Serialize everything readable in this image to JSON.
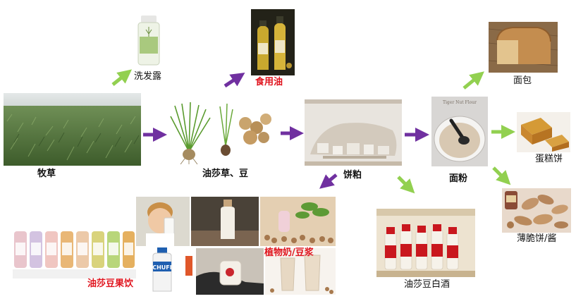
{
  "labels": {
    "forage": "牧草",
    "cyperus": "油莎草、豆",
    "meal": "饼粕",
    "flour": "面粉",
    "shampoo": "洗发露",
    "cooking_oil": "食用油",
    "bread": "面包",
    "cake": "蛋糕饼",
    "crisp": "薄脆饼/酱",
    "liquor": "油莎豆白酒",
    "plant_milk": "植物奶/豆浆",
    "juice_drink": "油莎豆果饮"
  },
  "colors": {
    "purple_arrow": "#7030a0",
    "green_arrow": "#92d050",
    "highlight_red": "#e0141e"
  }
}
